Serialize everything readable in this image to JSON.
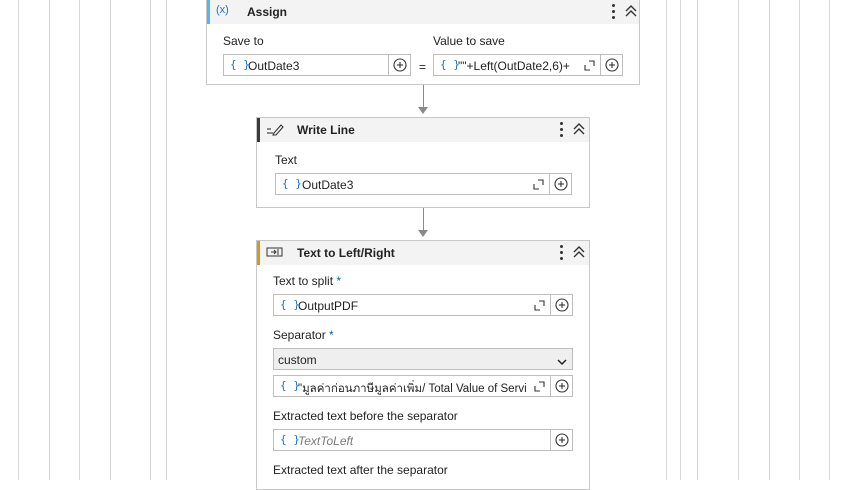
{
  "assign": {
    "title": "Assign",
    "icon_text": "(x)",
    "save_to_label": "Save to",
    "save_to_value": "OutDate3",
    "value_label": "Value to save",
    "value_value": "\"\"+Left(OutDate2,6)+",
    "equals": "="
  },
  "write_line": {
    "title": "Write Line",
    "text_label": "Text",
    "text_value": "OutDate3"
  },
  "text_split": {
    "title": "Text to Left/Right",
    "text_to_split_label": "Text to split",
    "required_mark": "*",
    "text_to_split_value": "OutputPDF",
    "separator_label": "Separator",
    "separator_selected": "custom",
    "custom_value": "\"มูลค่าก่อนภาษีมูลค่าเพิ่ม/ Total Value of Servic",
    "before_label": "Extracted text before the separator",
    "before_placeholder": "TextToLeft",
    "after_label": "Extracted text after the separator"
  },
  "braces": "{ }",
  "colors": {
    "accent_blue": "#56b2f8",
    "accent_amber": "#d59a1b",
    "brace_blue": "#1c73c9"
  }
}
